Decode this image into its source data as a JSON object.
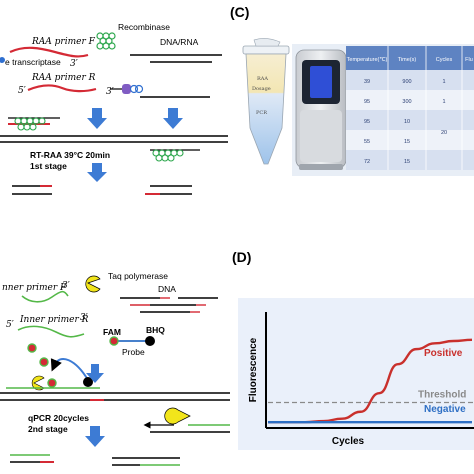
{
  "panels": {
    "c": "(C)",
    "d": "(D)"
  },
  "panel_a": {
    "recombinase": "Recombinase",
    "dna_rna": "DNA/RNA",
    "primer_f": "RAA primer F",
    "primer_f_end": "3′",
    "reverse_transcriptase": "e transcriptase",
    "primer_r_start": "5′",
    "primer_r": "RAA primer R",
    "primer_r_end": "3′",
    "stage_line1": "RT-RAA 39°C 20min",
    "stage_line2": "1st stage"
  },
  "panel_b": {
    "taq": "Taq polymerase",
    "inner_f": "nner primer F",
    "inner_f_end": "3′",
    "inner_r_start": "5′",
    "inner_r": "Inner primer R",
    "inner_r_end": "3′",
    "dna": "DNA",
    "fam": "FAM",
    "bhq": "BHQ",
    "probe": "Probe",
    "stage_line1": "qPCR 20cycles",
    "stage_line2": "2nd stage"
  },
  "panel_c": {
    "tube_labels": [
      "RAA",
      "Dosage",
      "PCR"
    ],
    "table": {
      "headers": [
        "Temperature(℃)",
        "Time(s)",
        "Cycles",
        "Flu"
      ],
      "rows": [
        [
          "39",
          "900",
          "1",
          ""
        ],
        [
          "95",
          "300",
          "1",
          ""
        ],
        [
          "95",
          "10",
          "",
          ""
        ],
        [
          "55",
          "15",
          "20",
          ""
        ],
        [
          "72",
          "15",
          "",
          ""
        ]
      ]
    }
  },
  "chart_data": {
    "type": "line",
    "ylabel": "Fluorescence",
    "xlabel": "Cycles",
    "series": [
      {
        "name": "Positive",
        "color": "#c9302c",
        "values": [
          0.05,
          0.05,
          0.05,
          0.06,
          0.08,
          0.14,
          0.3,
          0.55,
          0.68,
          0.73,
          0.75,
          0.76
        ]
      },
      {
        "name": "Negative",
        "color": "#2e6fc4",
        "values": [
          0.05,
          0.05,
          0.05,
          0.05,
          0.05,
          0.05,
          0.05,
          0.05,
          0.05,
          0.05,
          0.05,
          0.05
        ]
      }
    ],
    "threshold": {
      "name": "Threshold",
      "value": 0.22,
      "color": "#8a8a8a"
    },
    "grid": false
  }
}
